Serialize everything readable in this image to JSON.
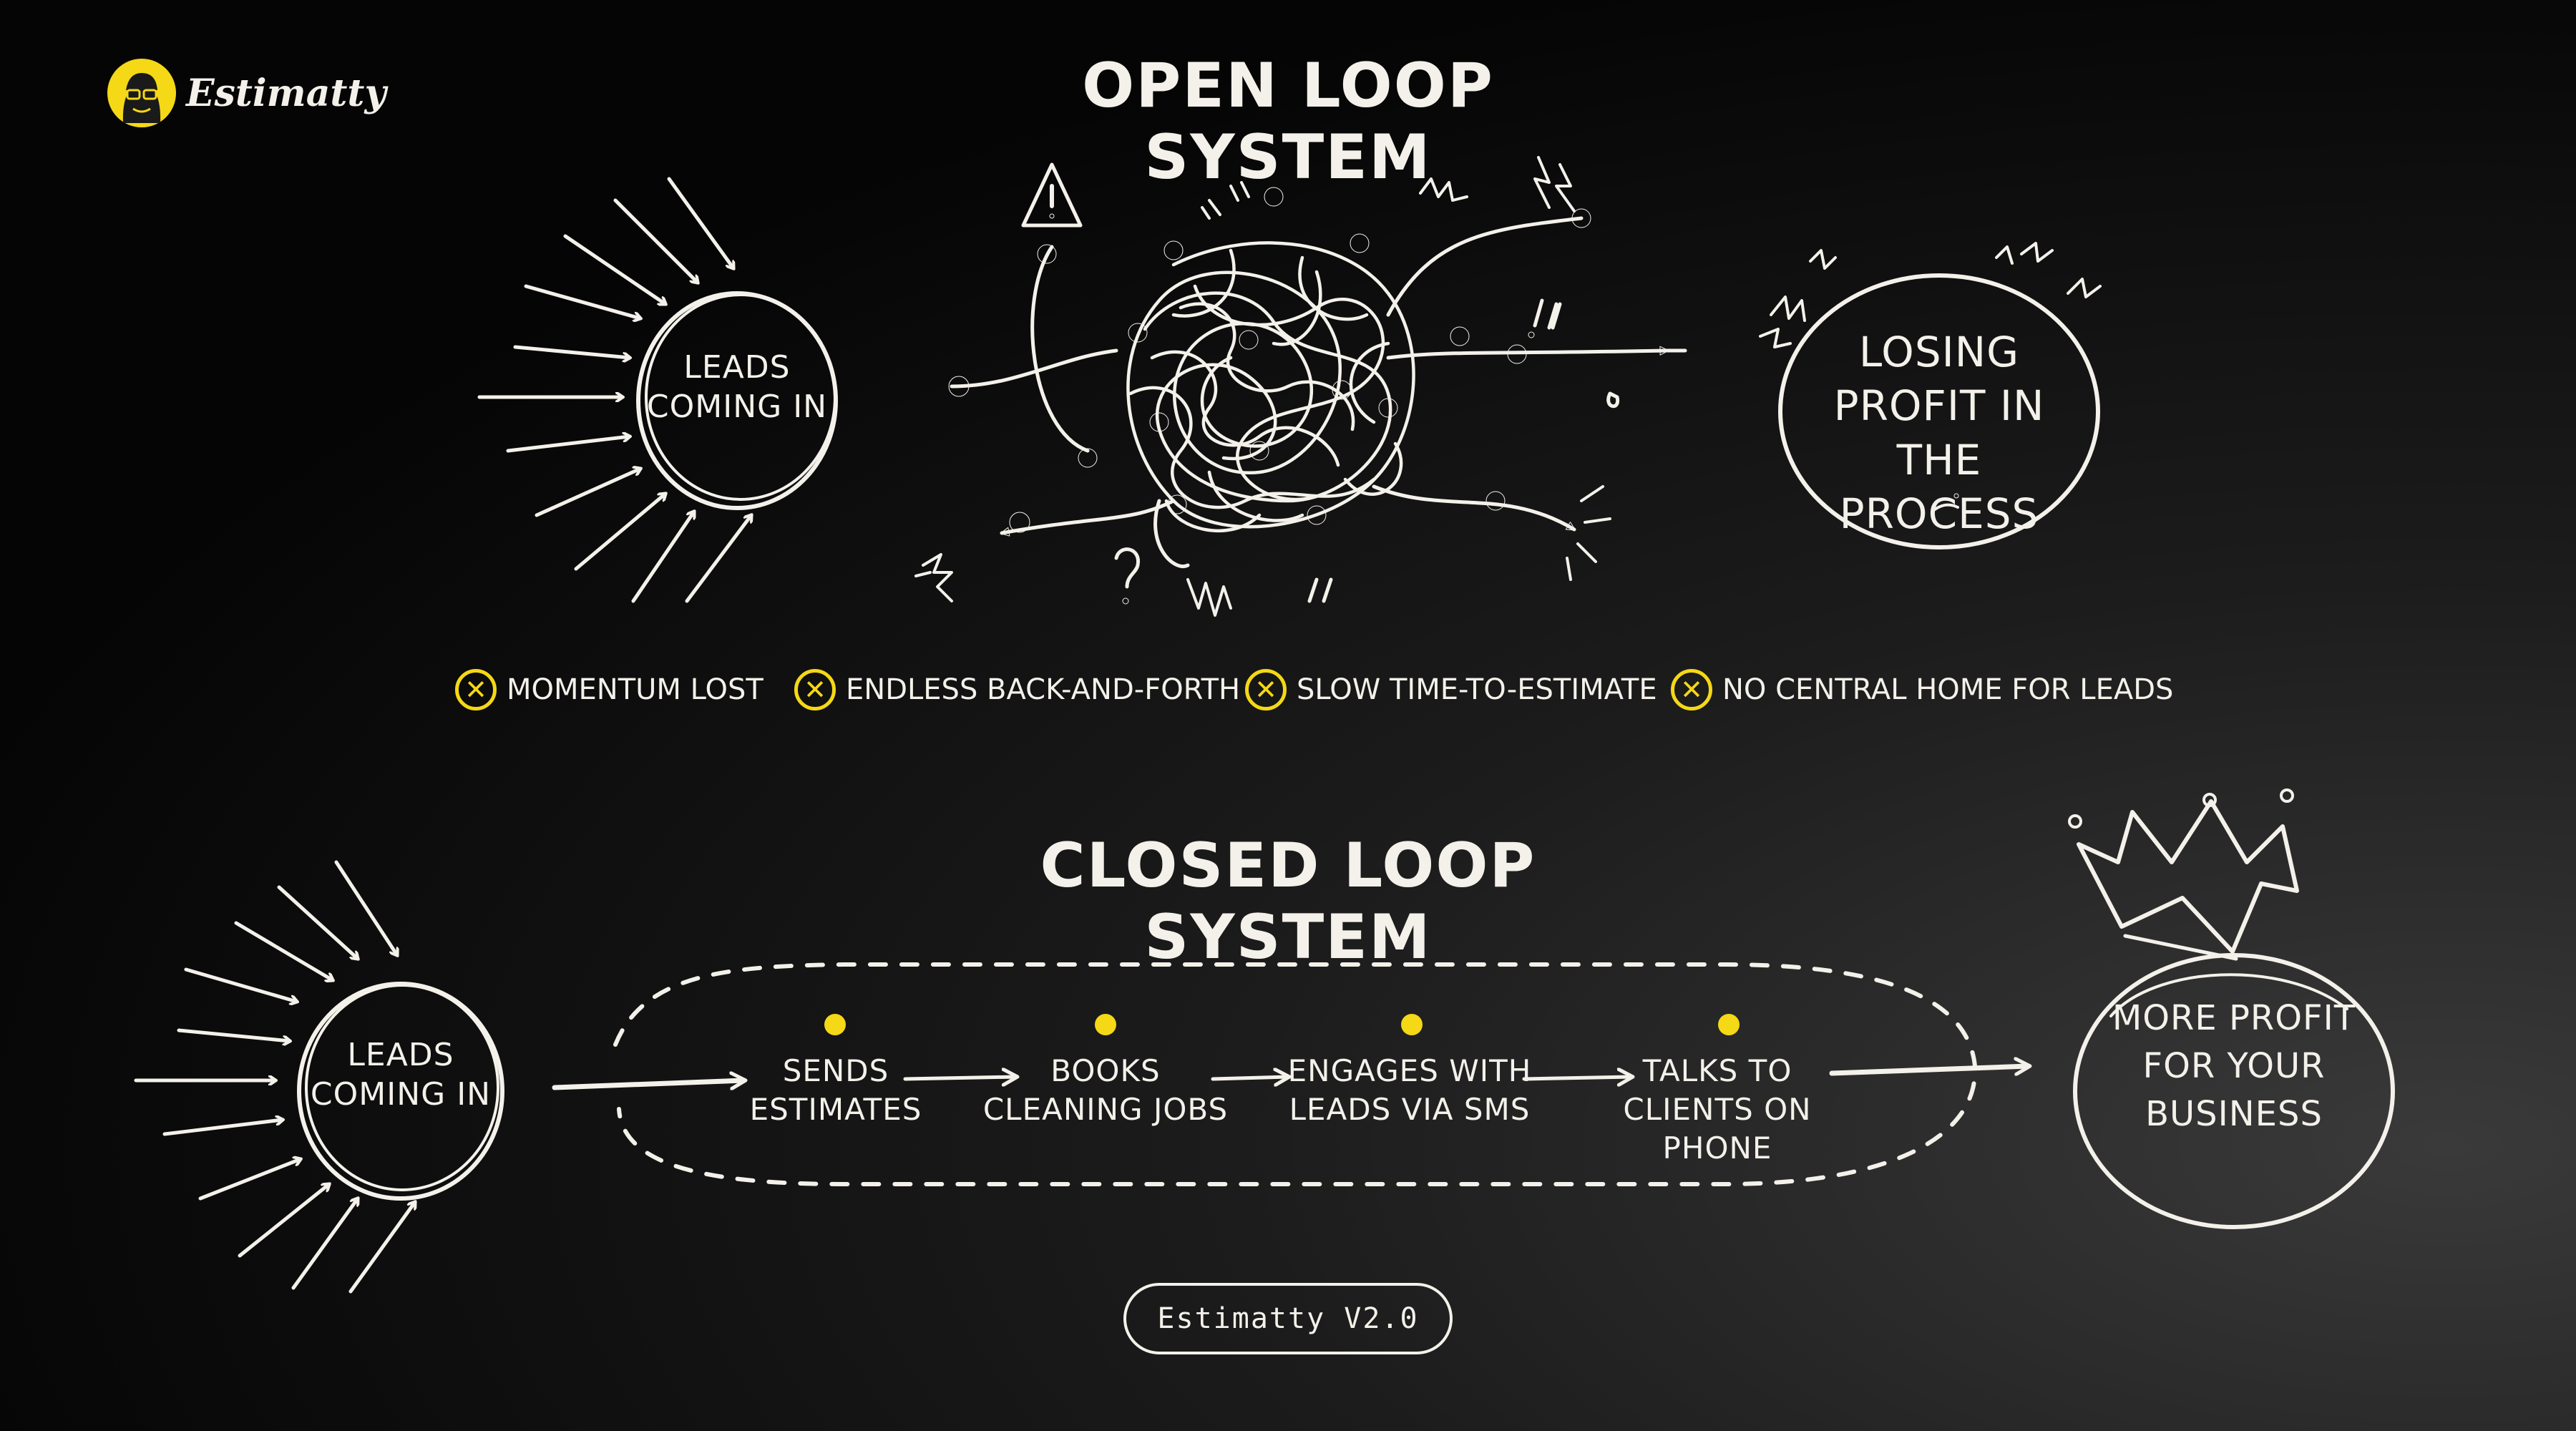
{
  "brand": {
    "name": "Estimatty"
  },
  "open_loop": {
    "title": "OPEN LOOP SYSTEM",
    "leads_label": "LEADS COMING IN",
    "result_label": "LOSING PROFIT IN THE PROCESS",
    "issues": [
      {
        "text": "MOMENTUM LOST"
      },
      {
        "text": "ENDLESS BACK-AND-FORTH"
      },
      {
        "text": "SLOW TIME-TO-ESTIMATE"
      },
      {
        "text": "NO CENTRAL HOME FOR LEADS"
      }
    ]
  },
  "closed_loop": {
    "title": "CLOSED LOOP SYSTEM",
    "leads_label": "LEADS COMING IN",
    "steps": [
      {
        "label": "SENDS ESTIMATES"
      },
      {
        "label": "BOOKS CLEANING JOBS"
      },
      {
        "label": "ENGAGES WITH LEADS VIA SMS"
      },
      {
        "label": "TALKS TO CLIENTS ON PHONE"
      }
    ],
    "result_label": "MORE PROFIT FOR YOUR BUSINESS"
  },
  "version": "Estimatty V2.0",
  "colors": {
    "accent": "#f5d816",
    "chalk": "#f3f1ea",
    "background": "#0a0a0a"
  }
}
